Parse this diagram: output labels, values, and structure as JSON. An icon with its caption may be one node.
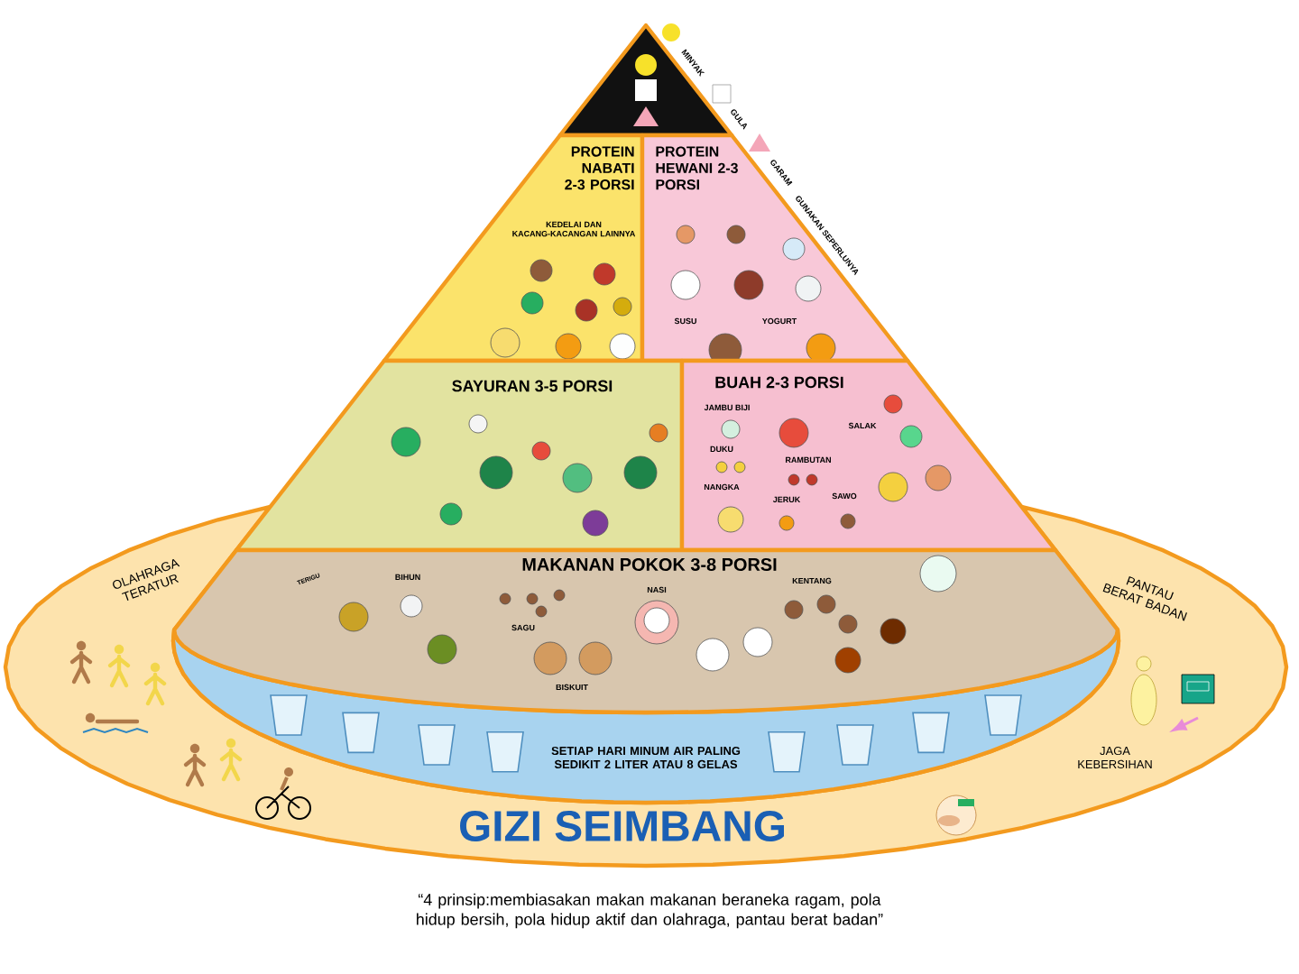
{
  "diagram": {
    "caption": "“4 prinsip:membiasakan makan makanan beraneka ragam, pola hidup bersih, pola hidup aktif dan olahraga, pantau berat badan”",
    "nodes": [
      {
        "text": [
          "OLAHRAGA TERATUR",
          "PANTAU BERAT BADAN",
          "JAGA KEBERSIHAN",
          "GIZI SEIMBANG"
        ]
      },
      {
        "text": [],
        "shape": "triangle"
      },
      {
        "text": [
          "PROTEIN NABATI 2-3 PORSI",
          "KEDELAI DAN KACANG-KACANGAN LAINNYA"
        ]
      },
      {
        "text": [
          "PROTEIN HEWANI 2-3 PORSI",
          "SUSU",
          "YOGURT"
        ]
      },
      {
        "text": [
          "SAYURAN 3-5 PORSI"
        ]
      },
      {
        "text": [
          "BUAH 2-3 PORSI",
          "JAMBU BIJI",
          "DUKU",
          "RAMBUTAN",
          "SALAK",
          "NANGKA",
          "JERUK",
          "SAWO"
        ]
      },
      {
        "text": [
          "MAKANAN POKOK 3-8 PORSI",
          "TERIGU",
          "BIHUN",
          "NASI",
          "SAGU",
          "KENTANG",
          "BISKUIT"
        ]
      },
      {
        "text": [
          "SETIAP HARI MINUM AIR PALING SEDIKIT 2 LITER ATAU 8 GELAS"
        ],
        "in": 0
      }
    ],
    "labels": [
      "GUNAKAN SEPERLUNYA"
    ],
    "legend": [
      {
        "text": "MINYAK"
      },
      {
        "text": "GULA"
      },
      {
        "text": "GARAM"
      }
    ]
  }
}
